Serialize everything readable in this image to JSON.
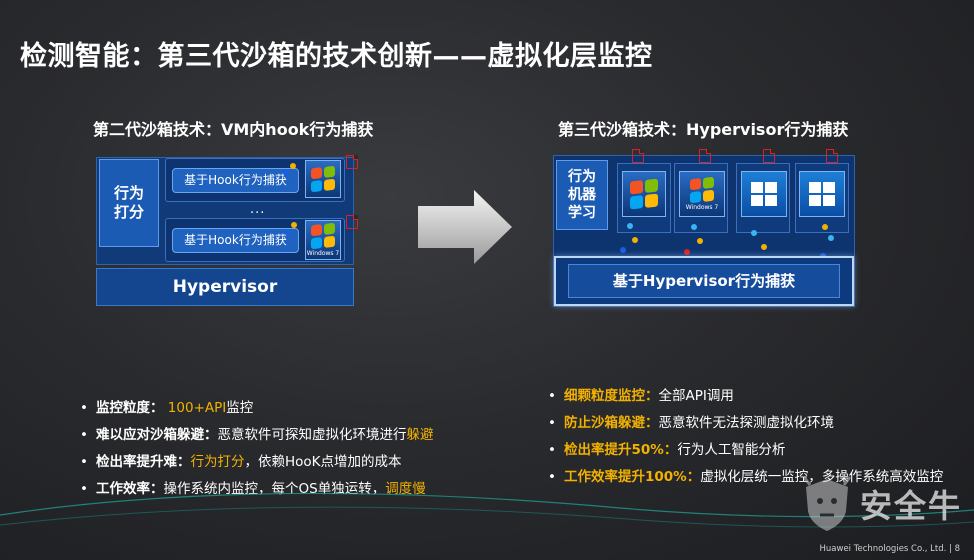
{
  "title": "检测智能：第三代沙箱的技术创新——虚拟化层监控",
  "left": {
    "heading": "第二代沙箱技术：VM内hook行为捕获",
    "ai_label": "行为\n打分",
    "rows": [
      {
        "label": "基于Hook行为捕获",
        "os": "Windows XP"
      },
      {
        "label": "基于Hook行为捕获",
        "os": "Windows 7"
      }
    ],
    "ellipsis": "...",
    "hypervisor": "Hypervisor",
    "win7_caption": "Windows 7"
  },
  "right": {
    "heading": "第三代沙箱技术：Hypervisor行为捕获",
    "ai_label": "行为\n机器\n学习",
    "win7_caption": "Windows 7",
    "capture_label": "基于Hypervisor行为捕获"
  },
  "left_bullets": [
    {
      "key": "监控粒度：",
      "plain": " ",
      "highlight": "100+API",
      "tail": "监控"
    },
    {
      "key": "难以应对沙箱躲避：",
      "plain": "恶意软件可探知虚拟化环境进行",
      "highlight": "躲避",
      "tail": ""
    },
    {
      "key": "检出率提升难：",
      "plain": "",
      "highlight": "行为打分",
      "tail": "，依赖HooK点增加的成本"
    },
    {
      "key": "工作效率：",
      "plain": "操作系统内监控，每个OS单独运转，",
      "highlight": "调度慢",
      "tail": ""
    }
  ],
  "right_bullets": [
    {
      "key": "细颗粒度监控：",
      "text": "全部API调用"
    },
    {
      "key": "防止沙箱躲避：",
      "text": "恶意软件无法探测虚拟化环境"
    },
    {
      "key": "检出率提升50%：",
      "text": "行为人工智能分析"
    },
    {
      "key": "工作效率提升100%：",
      "text": "虚拟化层统一监控，多操作系统高效监控"
    }
  ],
  "watermark": "安全牛",
  "footer": "Huawei Technologies Co., Ltd.  |  8",
  "colors": {
    "accent_yellow": "#f2b100",
    "panel_blue": "#103a78",
    "dot_red": "#e02020",
    "dot_blue": "#1a5fe0"
  }
}
